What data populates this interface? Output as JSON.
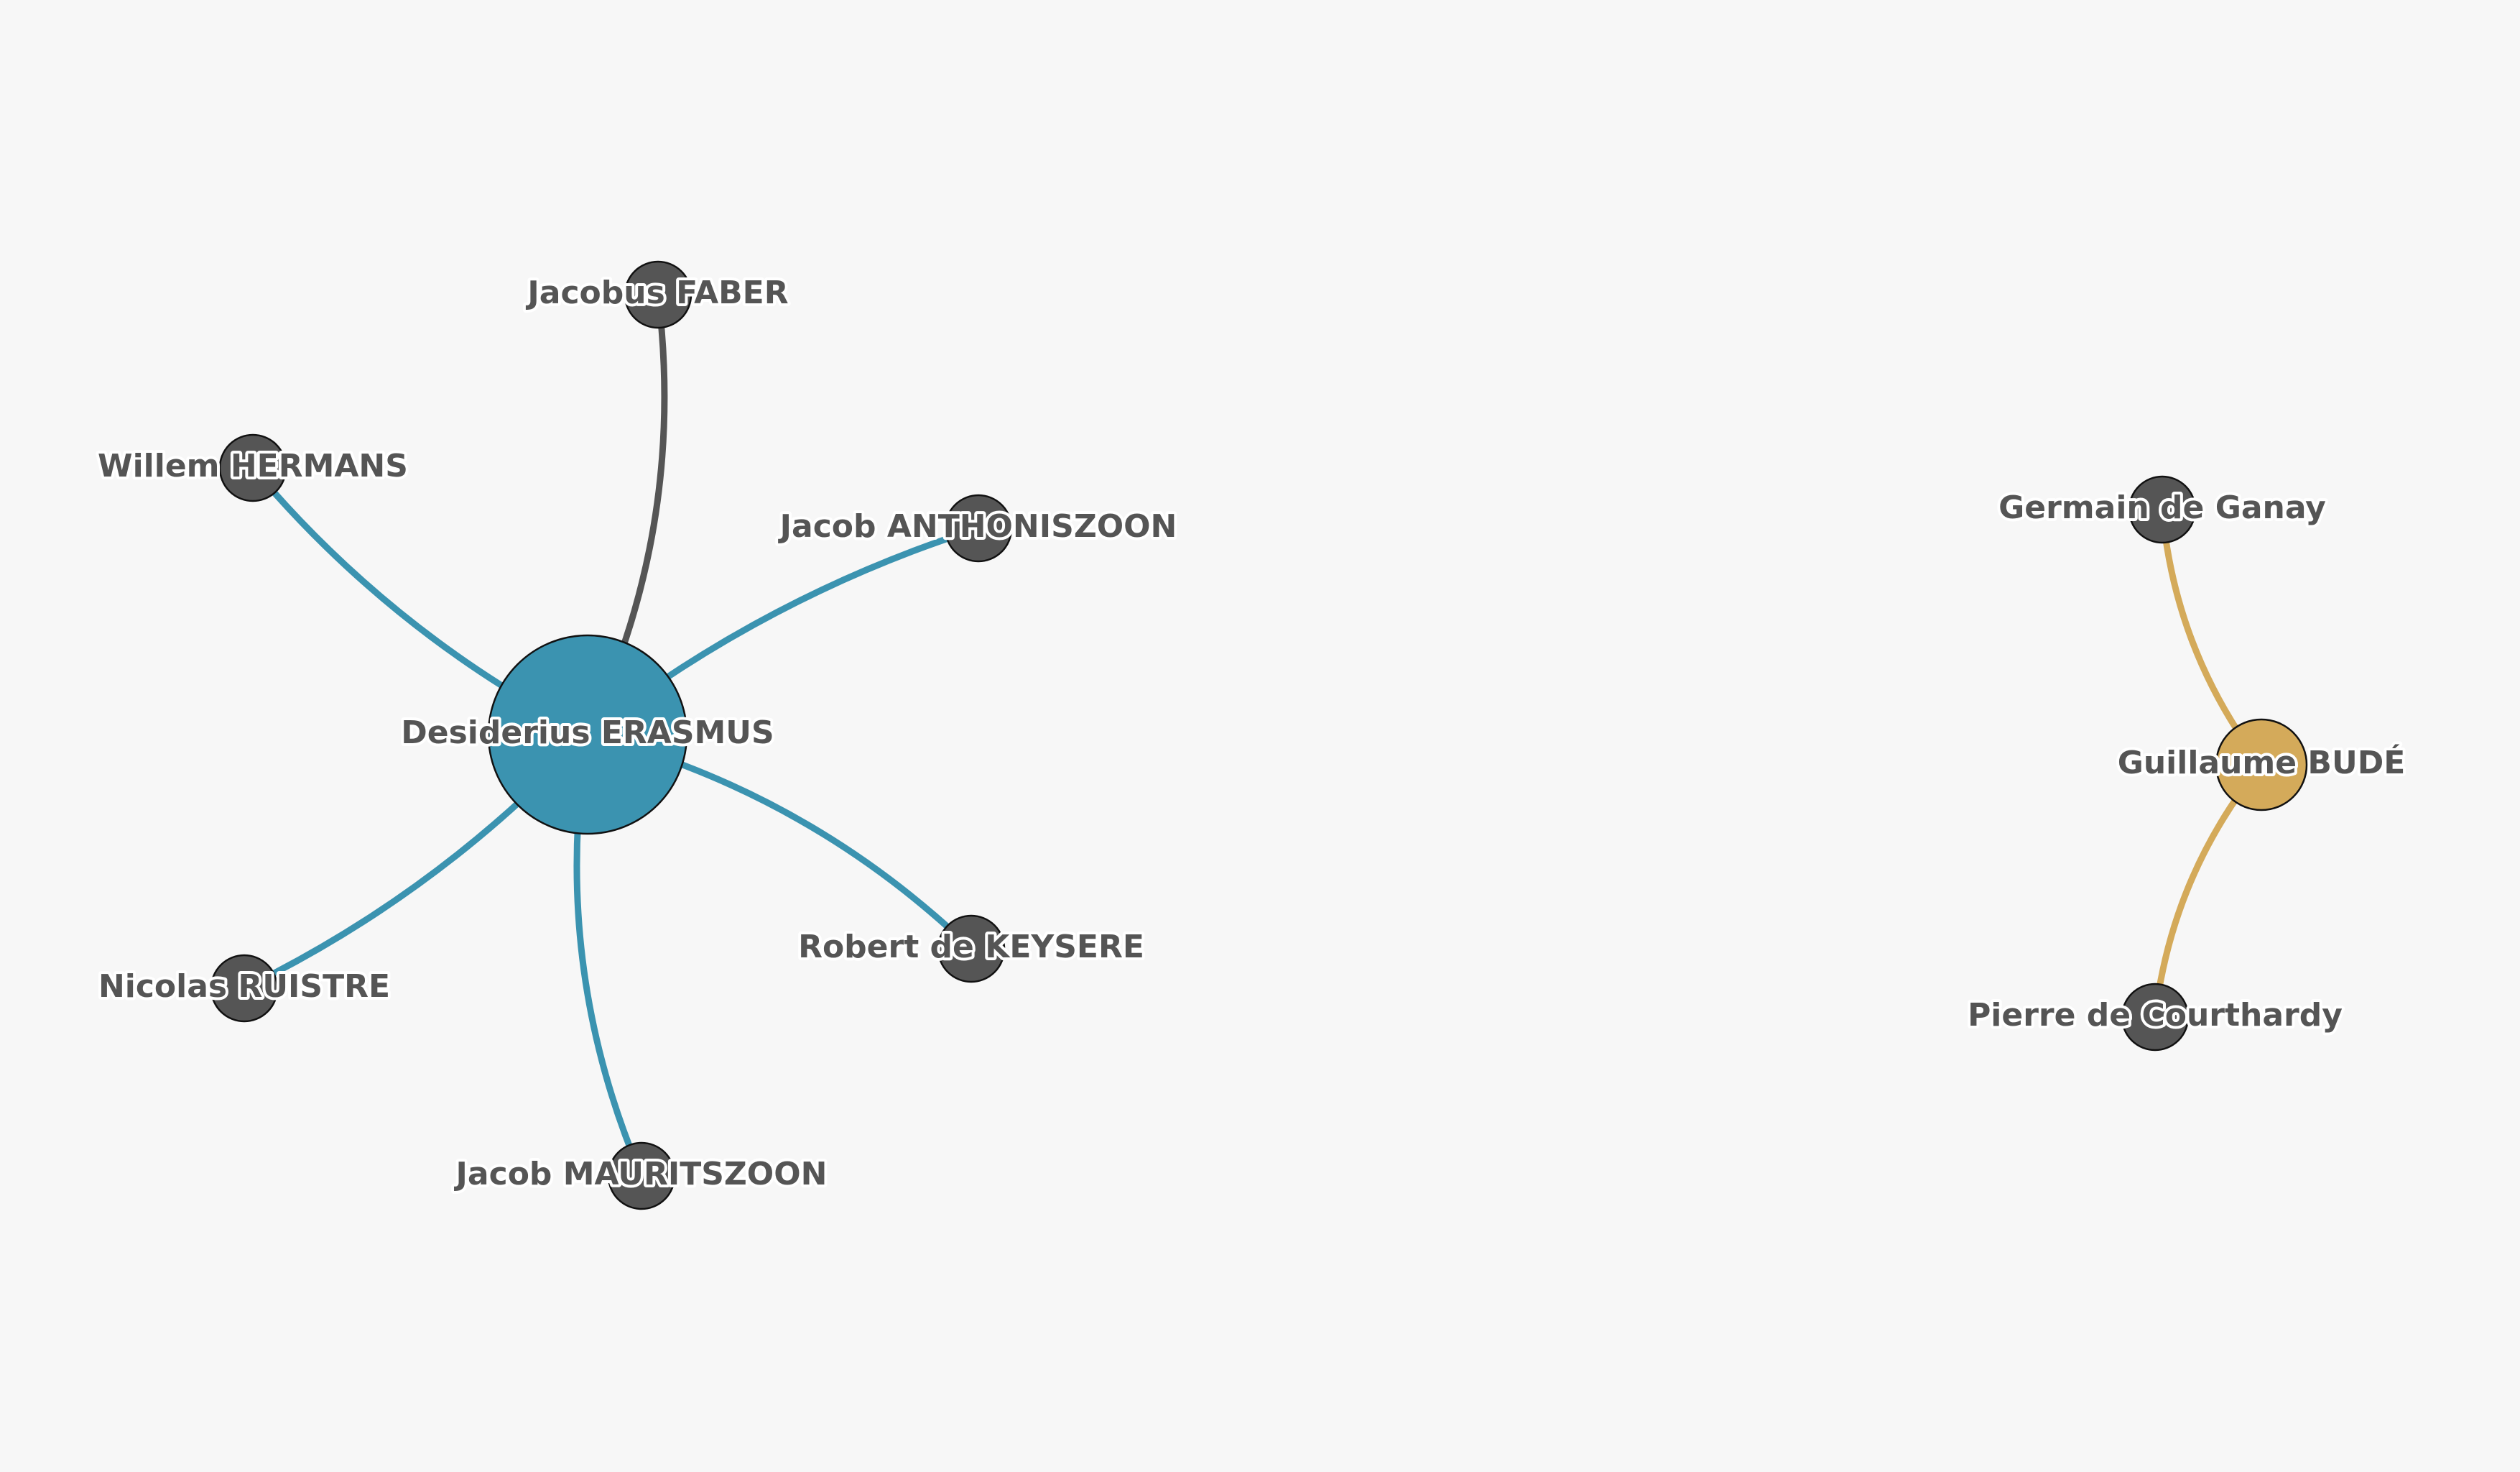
{
  "colors": {
    "background": "#f7f7f7",
    "blue": "#3b93b0",
    "gold": "#d4aa5a",
    "gray": "#555555",
    "node_outline": "#111111",
    "label_text": "#555555",
    "label_halo": "#ffffff"
  },
  "nodes": [
    {
      "id": "erasmus",
      "label": "Desiderius ERASMUS",
      "color": "blue",
      "size": "large"
    },
    {
      "id": "faber",
      "label": "Jacobus FABER",
      "color": "gray",
      "size": "small"
    },
    {
      "id": "hermans",
      "label": "Willem HERMANS",
      "color": "gray",
      "size": "small"
    },
    {
      "id": "anthoniszoon",
      "label": "Jacob ANTHONISZOON",
      "color": "gray",
      "size": "small"
    },
    {
      "id": "ruistre",
      "label": "Nicolas RUISTRE",
      "color": "gray",
      "size": "small"
    },
    {
      "id": "keysere",
      "label": "Robert de KEYSERE",
      "color": "gray",
      "size": "small"
    },
    {
      "id": "mauritszoon",
      "label": "Jacob MAURITSZOON",
      "color": "gray",
      "size": "small"
    },
    {
      "id": "ganay",
      "label": "Germain de Ganay",
      "color": "gray",
      "size": "small"
    },
    {
      "id": "bude",
      "label": "Guillaume BUDÉ",
      "color": "gold",
      "size": "medium"
    },
    {
      "id": "courthardy",
      "label": "Pierre de Courthardy",
      "color": "gray",
      "size": "small"
    }
  ],
  "edges": [
    {
      "source": "faber",
      "target": "erasmus",
      "color": "gray"
    },
    {
      "source": "hermans",
      "target": "erasmus",
      "color": "blue"
    },
    {
      "source": "anthoniszoon",
      "target": "erasmus",
      "color": "blue"
    },
    {
      "source": "ruistre",
      "target": "erasmus",
      "color": "blue"
    },
    {
      "source": "keysere",
      "target": "erasmus",
      "color": "blue"
    },
    {
      "source": "mauritszoon",
      "target": "erasmus",
      "color": "blue"
    },
    {
      "source": "ganay",
      "target": "bude",
      "color": "gold"
    },
    {
      "source": "courthardy",
      "target": "bude",
      "color": "gold"
    }
  ]
}
